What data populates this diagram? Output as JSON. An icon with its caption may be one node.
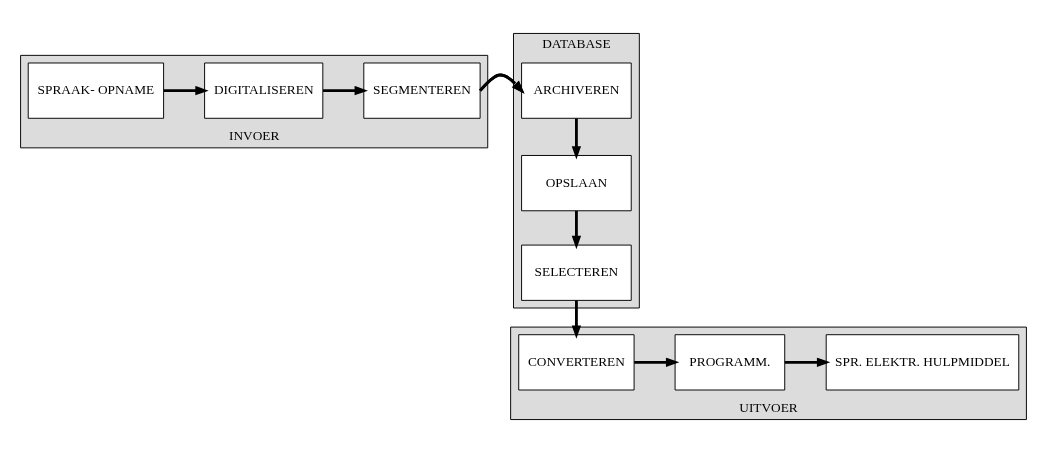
{
  "diagram": {
    "nodes": [
      {
        "text": [
          "INVOER"
        ]
      },
      {
        "text": [
          "SPRAAK- OPNAME"
        ],
        "in": 0
      },
      {
        "text": [
          "DIGITALISEREN"
        ],
        "in": 0
      },
      {
        "text": [
          "SEGMENTEREN"
        ],
        "in": 0
      },
      {
        "text": [
          "DATABASE"
        ]
      },
      {
        "text": [
          "ARCHIVEREN"
        ],
        "in": 4
      },
      {
        "text": [
          "OPSLAAN"
        ],
        "in": 4
      },
      {
        "text": [
          "SELECTEREN"
        ],
        "in": 4
      },
      {
        "text": [
          "UITVOER"
        ]
      },
      {
        "text": [
          "CONVERTEREN"
        ],
        "in": 8
      },
      {
        "text": [
          "PROGRAMM."
        ],
        "in": 8
      },
      {
        "text": [
          "SPR. ELEKTR. HULPMIDDEL"
        ],
        "in": 8
      }
    ],
    "edges": [
      {
        "from": 1,
        "to": 2,
        "arrow": "to"
      },
      {
        "from": 2,
        "to": 3,
        "arrow": "to"
      },
      {
        "from": 3,
        "to": 5,
        "arrow": "to"
      },
      {
        "from": 5,
        "to": 6,
        "arrow": "to"
      },
      {
        "from": 6,
        "to": 7,
        "arrow": "to"
      },
      {
        "from": 7,
        "to": 9,
        "arrow": "to"
      },
      {
        "from": 9,
        "to": 10,
        "arrow": "to"
      },
      {
        "from": 10,
        "to": 11,
        "arrow": "to"
      }
    ]
  }
}
